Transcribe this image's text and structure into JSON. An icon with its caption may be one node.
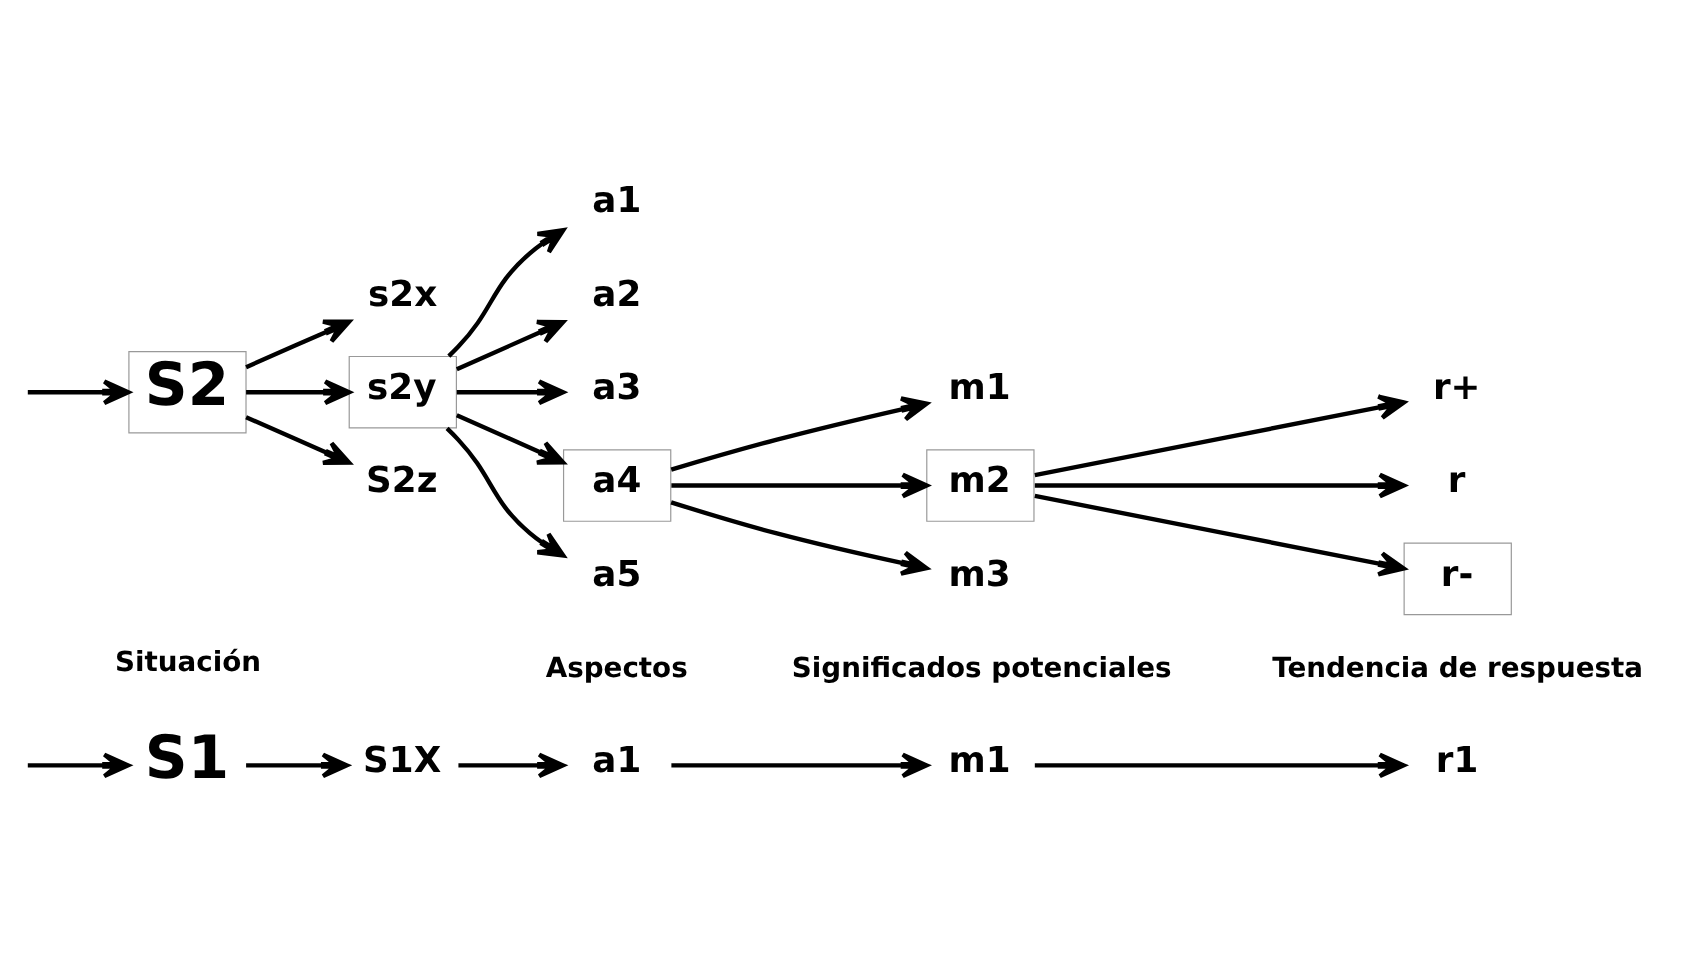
{
  "diagram": {
    "nodes": [
      {
        "text": [
          "S1"
        ]
      },
      {
        "text": [
          "S1X"
        ]
      },
      {
        "text": [
          "a1"
        ]
      },
      {
        "text": [
          "m1"
        ]
      },
      {
        "text": [
          "r1"
        ]
      },
      {
        "text": [
          "S2"
        ]
      },
      {
        "text": [
          "s2x"
        ]
      },
      {
        "text": [
          "s2y"
        ]
      },
      {
        "text": [
          "S2z"
        ]
      },
      {
        "text": [
          "a1"
        ]
      },
      {
        "text": [
          "a2"
        ]
      },
      {
        "text": [
          "a3"
        ]
      },
      {
        "text": [
          "a4"
        ]
      },
      {
        "text": [
          "a5"
        ]
      },
      {
        "text": [
          "m1"
        ]
      },
      {
        "text": [
          "m2"
        ]
      },
      {
        "text": [
          "m3"
        ]
      },
      {
        "text": [
          "r+"
        ]
      },
      {
        "text": [
          "r"
        ]
      },
      {
        "text": [
          "r-"
        ]
      }
    ],
    "edges": [
      {
        "from": null,
        "to": 0,
        "arrow": "to"
      },
      {
        "from": null,
        "to": 5,
        "arrow": "to"
      },
      {
        "from": 0,
        "to": 1,
        "arrow": "to"
      },
      {
        "from": 1,
        "to": 2,
        "arrow": "to"
      },
      {
        "from": 2,
        "to": 3,
        "arrow": "to"
      },
      {
        "from": 3,
        "to": 4,
        "arrow": "to"
      },
      {
        "from": 5,
        "to": 6,
        "arrow": "to"
      },
      {
        "from": 5,
        "to": 7,
        "arrow": "to"
      },
      {
        "from": 5,
        "to": 8,
        "arrow": "to"
      },
      {
        "from": 7,
        "to": 9,
        "arrow": "to"
      },
      {
        "from": 7,
        "to": 10,
        "arrow": "to"
      },
      {
        "from": 7,
        "to": 11,
        "arrow": "to"
      },
      {
        "from": 7,
        "to": 12,
        "arrow": "to"
      },
      {
        "from": 7,
        "to": 13,
        "arrow": "to"
      },
      {
        "from": 12,
        "to": 14,
        "arrow": "to"
      },
      {
        "from": 12,
        "to": 15,
        "arrow": "to"
      },
      {
        "from": 12,
        "to": 16,
        "arrow": "to"
      },
      {
        "from": 15,
        "to": 17,
        "arrow": "to"
      },
      {
        "from": 15,
        "to": 18,
        "arrow": "to"
      },
      {
        "from": 15,
        "to": 19,
        "arrow": "to"
      }
    ],
    "labels": [
      "Situación",
      "Aspectos",
      "Significados potenciales",
      "Tendencia de respuesta"
    ]
  }
}
